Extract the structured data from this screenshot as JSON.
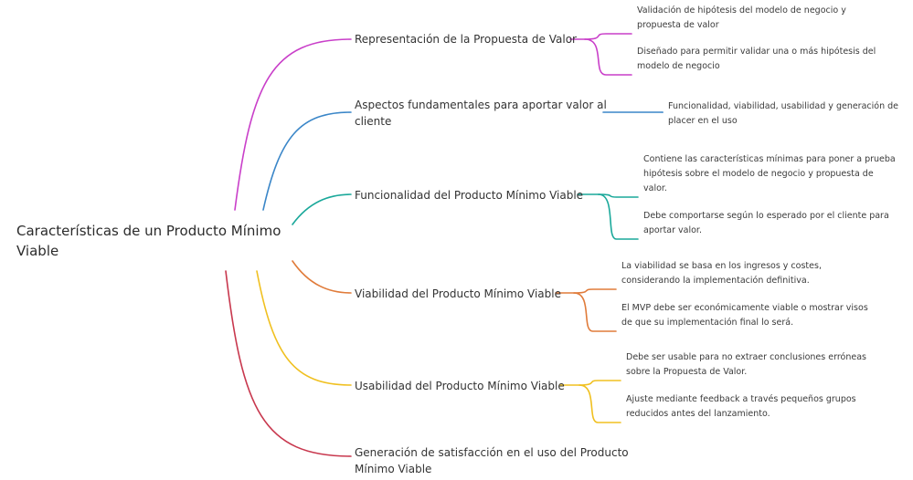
{
  "root": {
    "line1": "Características de un Producto Mínimo",
    "line2": "Viable"
  },
  "branches": [
    {
      "color": "#c93fc9",
      "label_lines": [
        "Representación de la Propuesta de Valor"
      ],
      "leaves": [
        [
          "Validación de hipótesis del modelo de negocio y",
          "propuesta de valor"
        ],
        [
          "Diseñado para permitir validar una o más hipótesis del",
          "modelo de negocio"
        ]
      ]
    },
    {
      "color": "#3a86c8",
      "label_lines": [
        "Aspectos fundamentales para aportar valor al",
        "cliente"
      ],
      "leaves": [
        [
          "Funcionalidad, viabilidad, usabilidad y generación de",
          "placer en el uso"
        ]
      ]
    },
    {
      "color": "#1aa89a",
      "label_lines": [
        "Funcionalidad del Producto Mínimo Viable"
      ],
      "leaves": [
        [
          "Contiene las características mínimas para poner a prueba",
          "hipótesis sobre el modelo de negocio y propuesta de",
          "valor."
        ],
        [
          "Debe comportarse según lo esperado por el cliente para",
          "aportar valor."
        ]
      ]
    },
    {
      "color": "#e07b3a",
      "label_lines": [
        "Viabilidad del Producto Mínimo Viable"
      ],
      "leaves": [
        [
          "La viabilidad se basa en los ingresos y costes,",
          "considerando la implementación definitiva."
        ],
        [
          "El MVP debe ser económicamente viable o mostrar visos",
          "de que su implementación final lo será."
        ]
      ]
    },
    {
      "color": "#f0c020",
      "label_lines": [
        "Usabilidad del Producto Mínimo Viable"
      ],
      "leaves": [
        [
          "Debe ser usable para no extraer conclusiones erróneas",
          "sobre la Propuesta de Valor."
        ],
        [
          "Ajuste mediante feedback a través pequeños grupos",
          "reducidos antes del lanzamiento."
        ]
      ]
    },
    {
      "color": "#c8384e",
      "label_lines": [
        "Generación de satisfacción en el uso del Producto",
        "Mínimo Viable"
      ],
      "leaves": []
    }
  ]
}
